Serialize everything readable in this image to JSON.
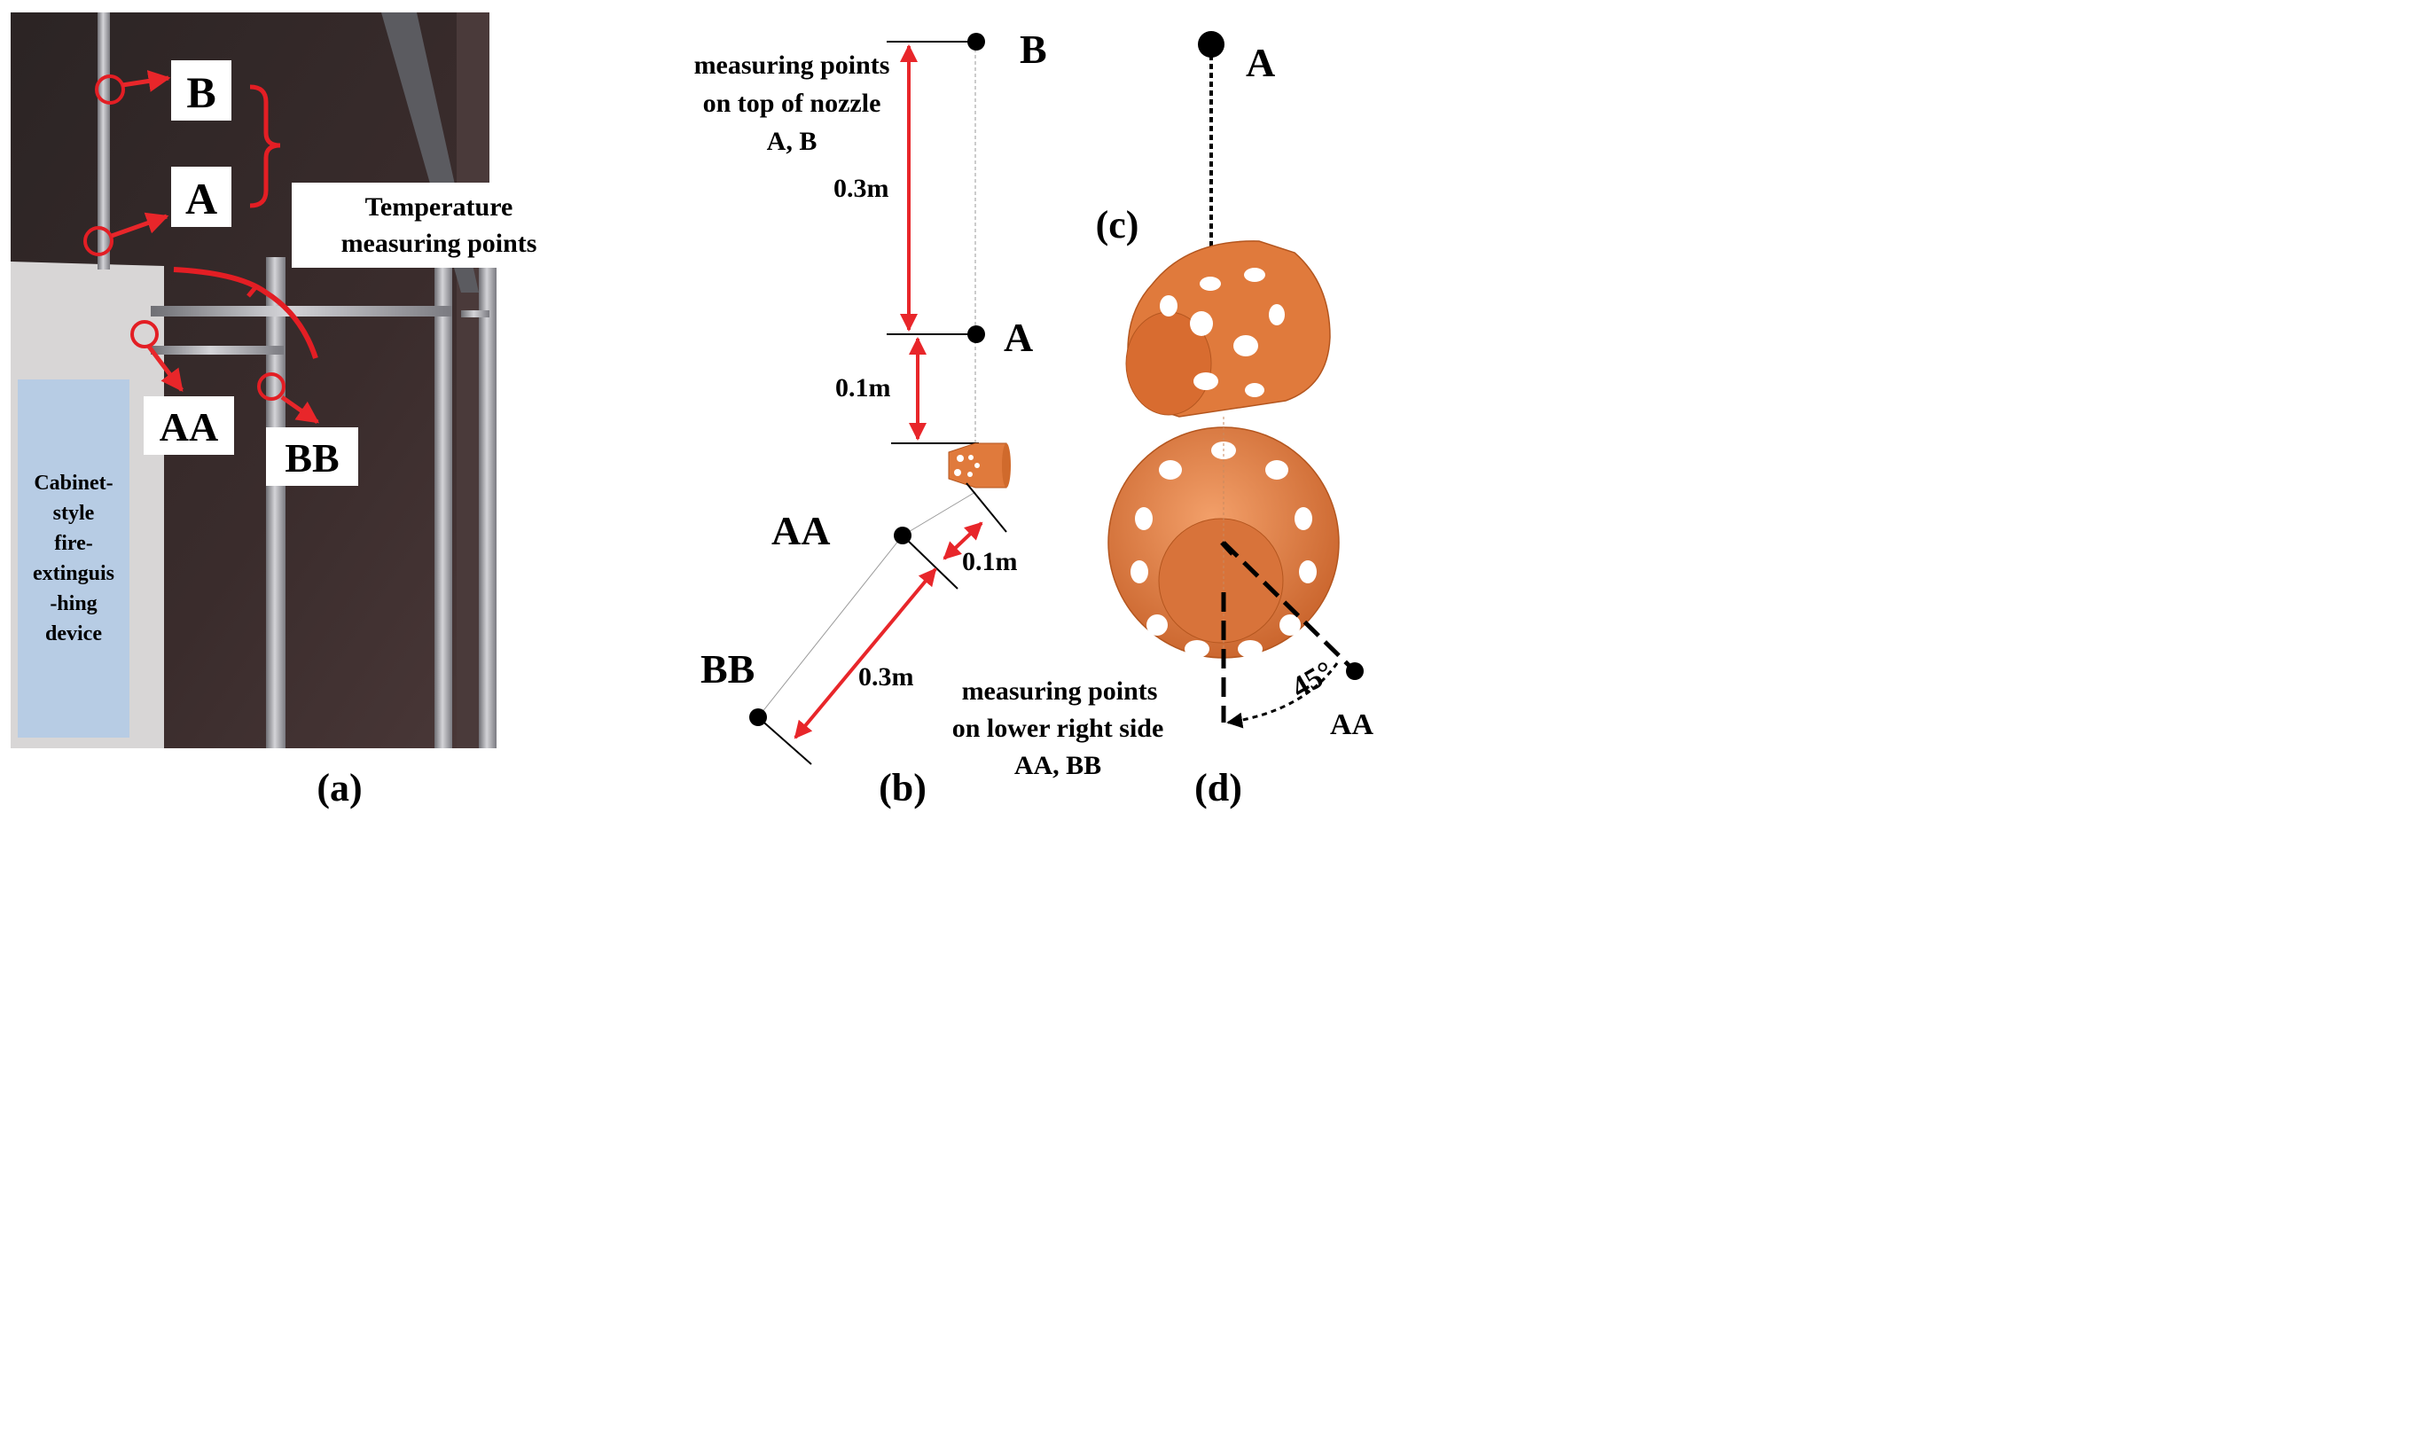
{
  "panel_a": {
    "caption": "(a)",
    "points": {
      "b": "B",
      "a": "A",
      "aa": "AA",
      "bb": "BB"
    },
    "legend_line1": "Temperature",
    "legend_line2": "measuring points",
    "device_lines": [
      "Cabinet-",
      "style",
      "fire-",
      "extinguis",
      "-hing",
      "device"
    ]
  },
  "panel_b": {
    "caption": "(b)",
    "b": "B",
    "a": "A",
    "aa": "AA",
    "bb": "BB",
    "top_note": [
      "measuring points",
      "on top of nozzle",
      "A, B"
    ],
    "dist_ba": "0.3m",
    "dist_a_nozzle": "0.1m",
    "dist_nozzle_aa": "0.1m",
    "dist_aa_bb": "0.3m",
    "bottom_note": [
      "measuring points",
      "on lower right side",
      "AA, BB"
    ]
  },
  "panel_c": {
    "caption": "(c)",
    "a": "A"
  },
  "panel_d": {
    "caption": "(d)",
    "angle": "45°",
    "aa": "AA"
  },
  "colors": {
    "nozzle": "#e07a3c",
    "arrow": "#e8262a",
    "marker": "#e31e24",
    "device_box": "#b7cce4"
  }
}
